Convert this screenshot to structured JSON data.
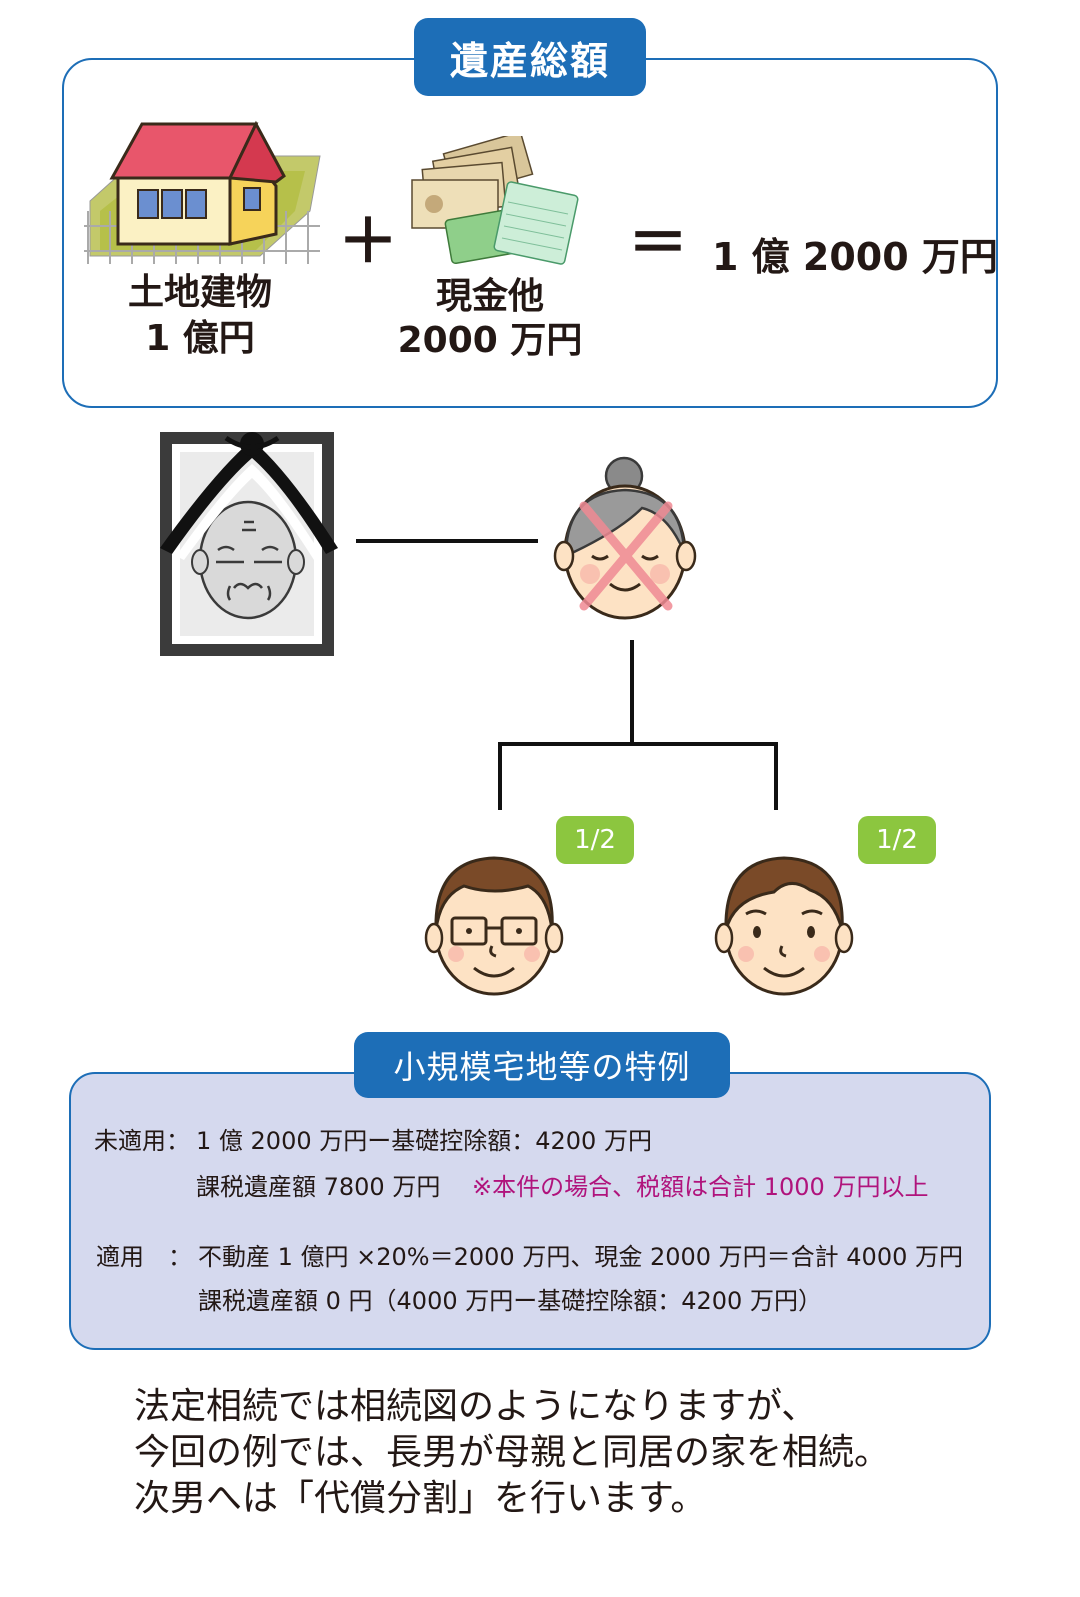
{
  "estate": {
    "title": "遺産総額",
    "land_label": "土地建物",
    "land_value": "1 億円",
    "cash_label": "現金他",
    "cash_value": "2000 万円",
    "plus": "＋",
    "equals": "＝",
    "total": "1 億 2000 万円"
  },
  "family": {
    "left_share": "1/2",
    "right_share": "1/2"
  },
  "rule": {
    "title": "小規模宅地等の特例",
    "unapplied_label": "未適用：",
    "unapplied_line1": "1 億 2000 万円ー基礎控除額：4200 万円",
    "unapplied_line2": "課税遺産額 7800 万円",
    "unapplied_note": "※本件の場合、税額は合計 1000 万円以上",
    "applied_label": "適用　：",
    "applied_line1": "不動産 1 億円 ×20%＝2000 万円、現金 2000 万円＝合計 4000 万円",
    "applied_line2": "課税遺産額 0 円（4000 万円ー基礎控除額：4200 万円）"
  },
  "footer": {
    "line1": "法定相続では相続図のようになりますが、",
    "line2": "今回の例では、長男が母親と同居の家を相続。",
    "line3": "次男へは「代償分割」を行います。"
  },
  "colors": {
    "blue": "#1d6eb7",
    "green_badge": "#8cc63f",
    "note_magenta": "#b0137c",
    "rule_bg": "#d5d9ee"
  }
}
